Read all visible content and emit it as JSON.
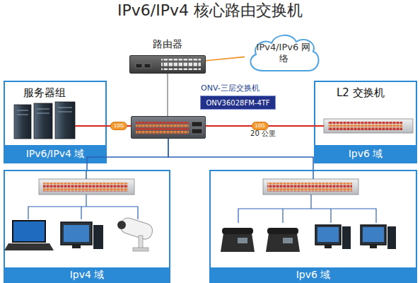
{
  "diagram": {
    "title": "IPv6/IPv4 核心路由交换机",
    "nodes": [
      {
        "text": [
          "路由器"
        ]
      },
      {
        "text": [
          "IPv4/IPv6 网络"
        ]
      },
      {
        "text": [
          "ONV-三层交换机"
        ]
      },
      {
        "text": [
          "ONV36028FM-4TF"
        ]
      },
      {
        "text": [
          "服务器组",
          "IPv6/IPv4 域"
        ]
      },
      {
        "text": [
          "L2 交换机",
          "Ipv6 域"
        ]
      },
      {
        "text": [
          "Ipv4 域"
        ]
      },
      {
        "text": [
          "Ipv6 域"
        ]
      }
    ],
    "edges": [
      {
        "from": 0,
        "to": 1,
        "arrow": "none"
      },
      {
        "from": 0,
        "to": 2,
        "arrow": "none"
      },
      {
        "from": 4,
        "to": 2,
        "label": "10G",
        "arrow": "none"
      },
      {
        "from": 2,
        "to": 5,
        "label": "10G",
        "arrow": "none"
      },
      {
        "from": 2,
        "to": 6,
        "arrow": "none"
      },
      {
        "from": 2,
        "to": 7,
        "arrow": "none"
      }
    ],
    "labels": [
      "20 公里"
    ]
  }
}
